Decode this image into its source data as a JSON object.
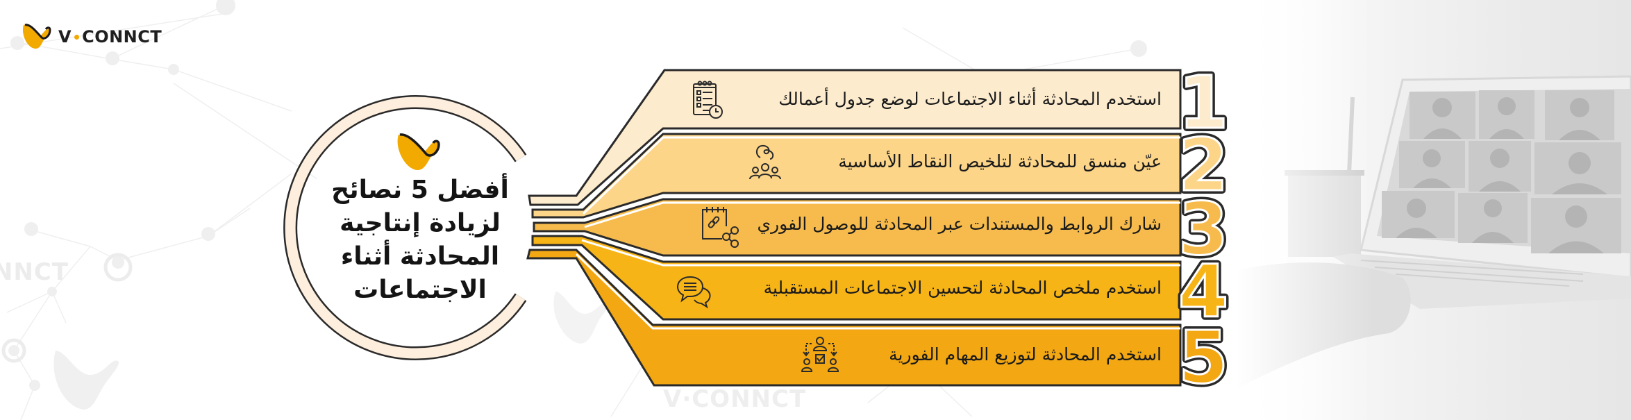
{
  "brand": {
    "name_part1": "V",
    "name_part2": "CONNCT",
    "accent_color": "#f2a900",
    "watermark_left": "ONNCT",
    "watermark_bottom": "V·CONNCT"
  },
  "title": {
    "lines": [
      "أفضل 5 نصائح",
      "لزيادة إنتاجية",
      "المحادثة أثناء",
      "الاجتماعات"
    ]
  },
  "tips": [
    {
      "number": "1",
      "text": "استخدم المحادثة أثناء الاجتماعات لوضع جدول أعمالك",
      "icon": "agenda-clock-icon",
      "color": "#fdebcd"
    },
    {
      "number": "2",
      "text": "عيّن منسق للمحادثة لتلخيص النقاط الأساسية",
      "icon": "team-coordinator-icon",
      "color": "#fcd589"
    },
    {
      "number": "3",
      "text": "شارك الروابط والمستندات عبر المحادثة للوصول الفوري",
      "icon": "share-link-document-icon",
      "color": "#f6bb4c"
    },
    {
      "number": "4",
      "text": "استخدم ملخص المحادثة لتحسين الاجتماعات المستقبلية",
      "icon": "chat-bubbles-icon",
      "color": "#f7b417"
    },
    {
      "number": "5",
      "text": "استخدم المحادثة لتوزيع المهام الفورية",
      "icon": "task-distribution-icon",
      "color": "#f2a713"
    }
  ],
  "colors": {
    "outline": "#2a2a2a",
    "circle_ring": "#fdeedd",
    "text": "#1a1a1a"
  }
}
